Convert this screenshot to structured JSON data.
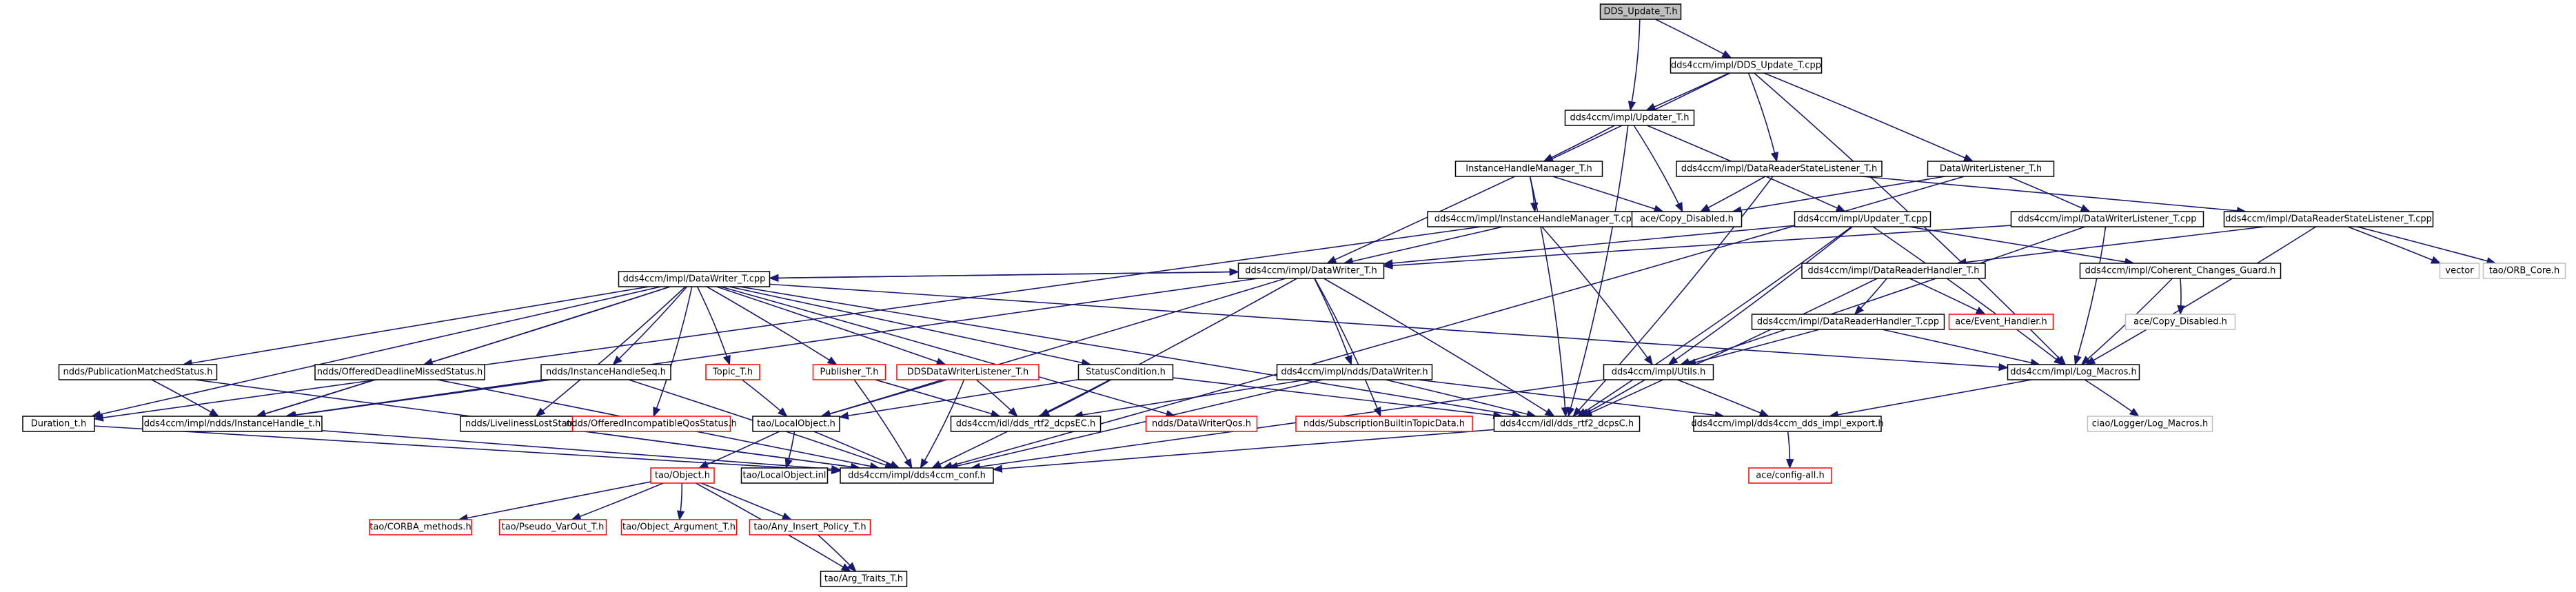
{
  "colors": {
    "background": "#ffffff",
    "root_fill": "#bfbfbf",
    "root_stroke": "#000000",
    "node_fill": "#ffffff",
    "node_stroke": "#000000",
    "missing_stroke": "#ff0000",
    "leaf_stroke": "#bfbfbf",
    "edge": "#191970",
    "text": "#000000"
  },
  "diagram": {
    "nodes": [
      {
        "id": "root",
        "label": "DDS_Update_T.h",
        "style": "root"
      },
      {
        "id": "upd_cpp",
        "label": "dds4ccm/impl/DDS_Update_T.cpp",
        "style": "normal"
      },
      {
        "id": "updater_h",
        "label": "dds4ccm/impl/Updater_T.h",
        "style": "normal"
      },
      {
        "id": "ihm_h",
        "label": "InstanceHandleManager_T.h",
        "style": "normal"
      },
      {
        "id": "drsl_h",
        "label": "dds4ccm/impl/DataReaderStateListener_T.h",
        "style": "normal"
      },
      {
        "id": "dwl_h",
        "label": "DataWriterListener_T.h",
        "style": "normal"
      },
      {
        "id": "ihm_cpp",
        "label": "dds4ccm/impl/InstanceHandleManager_T.cpp",
        "style": "normal"
      },
      {
        "id": "copy_dis",
        "label": "ace/Copy_Disabled.h",
        "style": "normal"
      },
      {
        "id": "updater_cpp",
        "label": "dds4ccm/impl/Updater_T.cpp",
        "style": "normal"
      },
      {
        "id": "dwl_cpp",
        "label": "dds4ccm/impl/DataWriterListener_T.cpp",
        "style": "normal"
      },
      {
        "id": "drsl_cpp",
        "label": "dds4ccm/impl/DataReaderStateListener_T.cpp",
        "style": "normal"
      },
      {
        "id": "vector",
        "label": "vector",
        "style": "leaf"
      },
      {
        "id": "orb_core",
        "label": "tao/ORB_Core.h",
        "style": "leaf"
      },
      {
        "id": "dw_h",
        "label": "dds4ccm/impl/DataWriter_T.h",
        "style": "normal"
      },
      {
        "id": "drh_h",
        "label": "dds4ccm/impl/DataReaderHandler_T.h",
        "style": "normal"
      },
      {
        "id": "ccg_h",
        "label": "dds4ccm/impl/Coherent_Changes_Guard.h",
        "style": "normal"
      },
      {
        "id": "dw_cpp",
        "label": "dds4ccm/impl/DataWriter_T.cpp",
        "style": "normal"
      },
      {
        "id": "drh_cpp",
        "label": "dds4ccm/impl/DataReaderHandler_T.cpp",
        "style": "normal"
      },
      {
        "id": "evh",
        "label": "ace/Event_Handler.h",
        "style": "missing"
      },
      {
        "id": "copy_dis2",
        "label": "ace/Copy_Disabled.h",
        "style": "leaf"
      },
      {
        "id": "pms",
        "label": "ndds/PublicationMatchedStatus.h",
        "style": "normal"
      },
      {
        "id": "odms",
        "label": "ndds/OfferedDeadlineMissedStatus.h",
        "style": "normal"
      },
      {
        "id": "ihs",
        "label": "ndds/InstanceHandleSeq.h",
        "style": "normal"
      },
      {
        "id": "topic",
        "label": "Topic_T.h",
        "style": "missing"
      },
      {
        "id": "pub",
        "label": "Publisher_T.h",
        "style": "missing"
      },
      {
        "id": "ddwl",
        "label": "DDSDataWriterListener_T.h",
        "style": "missing"
      },
      {
        "id": "sc",
        "label": "StatusCondition.h",
        "style": "normal"
      },
      {
        "id": "ndw",
        "label": "dds4ccm/impl/ndds/DataWriter.h",
        "style": "normal"
      },
      {
        "id": "utils",
        "label": "dds4ccm/impl/Utils.h",
        "style": "normal"
      },
      {
        "id": "logm",
        "label": "dds4ccm/impl/Log_Macros.h",
        "style": "normal"
      },
      {
        "id": "dur",
        "label": "Duration_t.h",
        "style": "normal"
      },
      {
        "id": "ihandle",
        "label": "dds4ccm/impl/ndds/InstanceHandle_t.h",
        "style": "normal"
      },
      {
        "id": "lls",
        "label": "ndds/LivelinessLostStatus.h",
        "style": "normal"
      },
      {
        "id": "oiqs",
        "label": "ndds/OfferedIncompatibleQosStatus.h",
        "style": "missing"
      },
      {
        "id": "lobj",
        "label": "tao/LocalObject.h",
        "style": "normal"
      },
      {
        "id": "dcpsec",
        "label": "dds4ccm/idl/dds_rtf2_dcpsEC.h",
        "style": "normal"
      },
      {
        "id": "dwq",
        "label": "ndds/DataWriterQos.h",
        "style": "missing"
      },
      {
        "id": "sbtd",
        "label": "ndds/SubscriptionBuiltinTopicData.h",
        "style": "missing"
      },
      {
        "id": "dcpsc",
        "label": "dds4ccm/idl/dds_rtf2_dcpsC.h",
        "style": "normal"
      },
      {
        "id": "export",
        "label": "dds4ccm/impl/dds4ccm_dds_impl_export.h",
        "style": "normal"
      },
      {
        "id": "ciao_log",
        "label": "ciao/Logger/Log_Macros.h",
        "style": "leaf"
      },
      {
        "id": "cfg_all",
        "label": "ace/config-all.h",
        "style": "missing"
      },
      {
        "id": "obj",
        "label": "tao/Object.h",
        "style": "missing"
      },
      {
        "id": "lobj_inl",
        "label": "tao/LocalObject.inl",
        "style": "normal"
      },
      {
        "id": "conf",
        "label": "dds4ccm/impl/dds4ccm_conf.h",
        "style": "normal"
      },
      {
        "id": "corba_m",
        "label": "tao/CORBA_methods.h",
        "style": "missing"
      },
      {
        "id": "pvo",
        "label": "tao/Pseudo_VarOut_T.h",
        "style": "missing"
      },
      {
        "id": "oarg",
        "label": "tao/Object_Argument_T.h",
        "style": "missing"
      },
      {
        "id": "aip",
        "label": "tao/Any_Insert_Policy_T.h",
        "style": "missing"
      },
      {
        "id": "argt",
        "label": "tao/Arg_Traits_T.h",
        "style": "normal"
      }
    ],
    "edges": [
      [
        "root",
        "upd_cpp"
      ],
      [
        "root",
        "updater_h"
      ],
      [
        "upd_cpp",
        "updater_h"
      ],
      [
        "upd_cpp",
        "drsl_h"
      ],
      [
        "upd_cpp",
        "dwl_h"
      ],
      [
        "upd_cpp",
        "dw_h"
      ],
      [
        "upd_cpp",
        "logm"
      ],
      [
        "updater_h",
        "ihm_h"
      ],
      [
        "updater_h",
        "copy_dis"
      ],
      [
        "updater_h",
        "updater_cpp"
      ],
      [
        "updater_h",
        "dcpsc"
      ],
      [
        "ihm_h",
        "ihm_cpp"
      ],
      [
        "ihm_h",
        "copy_dis"
      ],
      [
        "ihm_h",
        "dcpsc"
      ],
      [
        "drsl_h",
        "copy_dis"
      ],
      [
        "drsl_h",
        "drsl_cpp"
      ],
      [
        "drsl_h",
        "dcpsc"
      ],
      [
        "dwl_h",
        "copy_dis"
      ],
      [
        "dwl_h",
        "dwl_cpp"
      ],
      [
        "dwl_h",
        "conf"
      ],
      [
        "ihm_cpp",
        "dw_h"
      ],
      [
        "ihm_cpp",
        "utils"
      ],
      [
        "ihm_cpp",
        "dur"
      ],
      [
        "updater_cpp",
        "dw_h"
      ],
      [
        "updater_cpp",
        "ccg_h"
      ],
      [
        "updater_cpp",
        "utils"
      ],
      [
        "updater_cpp",
        "logm"
      ],
      [
        "updater_cpp",
        "dcpsc"
      ],
      [
        "dwl_cpp",
        "dw_h"
      ],
      [
        "dwl_cpp",
        "utils"
      ],
      [
        "dwl_cpp",
        "logm"
      ],
      [
        "drsl_cpp",
        "drh_h"
      ],
      [
        "drsl_cpp",
        "vector"
      ],
      [
        "drsl_cpp",
        "orb_core"
      ],
      [
        "drsl_cpp",
        "logm"
      ],
      [
        "drh_h",
        "drh_cpp"
      ],
      [
        "drh_h",
        "evh"
      ],
      [
        "drh_h",
        "dcpsc"
      ],
      [
        "drh_cpp",
        "utils"
      ],
      [
        "drh_cpp",
        "logm"
      ],
      [
        "ccg_h",
        "copy_dis2"
      ],
      [
        "ccg_h",
        "logm"
      ],
      [
        "dw_h",
        "dw_cpp"
      ],
      [
        "dw_h",
        "ndw"
      ],
      [
        "dw_h",
        "dcpsc"
      ],
      [
        "dw_h",
        "lobj"
      ],
      [
        "dw_h",
        "ihandle"
      ],
      [
        "dw_h",
        "dcpsec"
      ],
      [
        "dw_h",
        "sbtd"
      ],
      [
        "dw_cpp",
        "dw_h"
      ],
      [
        "dw_cpp",
        "pms"
      ],
      [
        "dw_cpp",
        "odms"
      ],
      [
        "dw_cpp",
        "ihs"
      ],
      [
        "dw_cpp",
        "topic"
      ],
      [
        "dw_cpp",
        "pub"
      ],
      [
        "dw_cpp",
        "ddwl"
      ],
      [
        "dw_cpp",
        "sc"
      ],
      [
        "dw_cpp",
        "dur"
      ],
      [
        "dw_cpp",
        "lls"
      ],
      [
        "dw_cpp",
        "oiqs"
      ],
      [
        "dw_cpp",
        "dwq"
      ],
      [
        "dw_cpp",
        "logm"
      ],
      [
        "dw_cpp",
        "ihandle"
      ],
      [
        "dw_cpp",
        "dcpsc"
      ],
      [
        "pms",
        "ihandle"
      ],
      [
        "pms",
        "conf"
      ],
      [
        "odms",
        "ihandle"
      ],
      [
        "odms",
        "conf"
      ],
      [
        "ihs",
        "ihandle"
      ],
      [
        "ihs",
        "conf"
      ],
      [
        "topic",
        "lobj"
      ],
      [
        "pub",
        "dcpsec"
      ],
      [
        "pub",
        "conf"
      ],
      [
        "ddwl",
        "lobj"
      ],
      [
        "ddwl",
        "dcpsec"
      ],
      [
        "ddwl",
        "conf"
      ],
      [
        "sc",
        "lobj"
      ],
      [
        "sc",
        "dcpsec"
      ],
      [
        "sc",
        "dcpsc"
      ],
      [
        "sc",
        "conf"
      ],
      [
        "ndw",
        "dcpsec"
      ],
      [
        "ndw",
        "dcpsc"
      ],
      [
        "ndw",
        "export"
      ],
      [
        "ndw",
        "conf"
      ],
      [
        "utils",
        "dcpsc"
      ],
      [
        "utils",
        "export"
      ],
      [
        "utils",
        "conf"
      ],
      [
        "logm",
        "ciao_log"
      ],
      [
        "logm",
        "export"
      ],
      [
        "dur",
        "conf"
      ],
      [
        "ihandle",
        "conf"
      ],
      [
        "lls",
        "conf"
      ],
      [
        "lobj",
        "obj"
      ],
      [
        "lobj",
        "lobj_inl"
      ],
      [
        "lobj",
        "conf"
      ],
      [
        "dcpsc",
        "conf"
      ],
      [
        "export",
        "cfg_all"
      ],
      [
        "obj",
        "corba_m"
      ],
      [
        "obj",
        "pvo"
      ],
      [
        "obj",
        "oarg"
      ],
      [
        "obj",
        "aip"
      ],
      [
        "obj",
        "argt"
      ],
      [
        "aip",
        "argt"
      ]
    ]
  }
}
